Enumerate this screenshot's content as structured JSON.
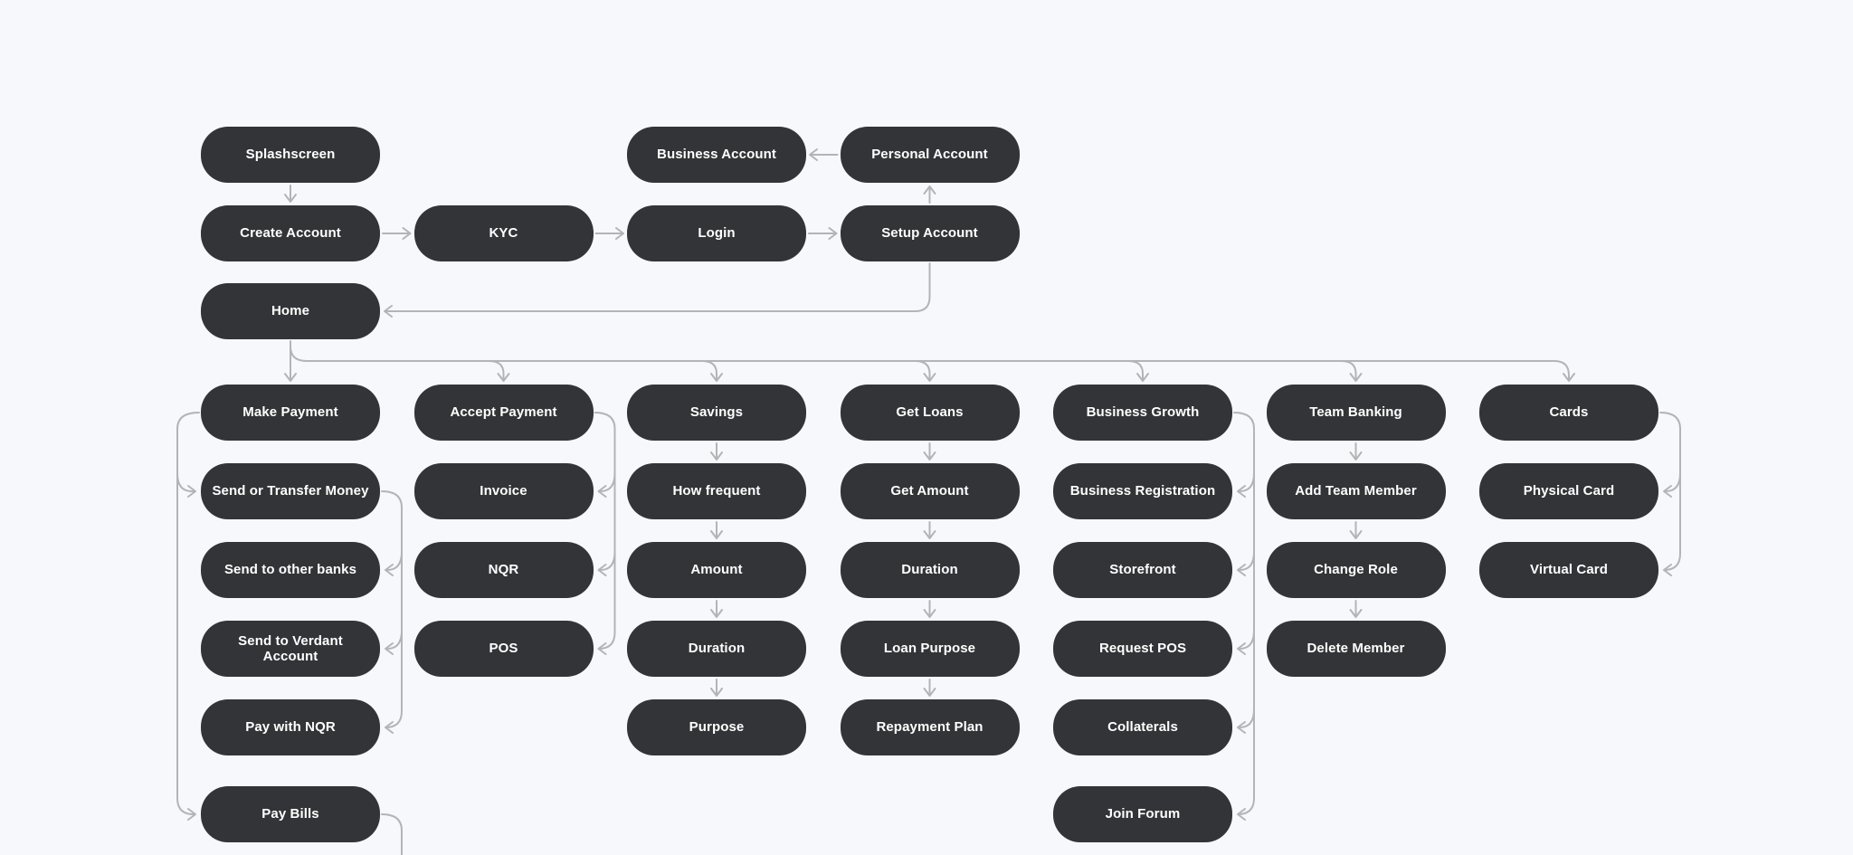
{
  "diagram": {
    "type": "flowchart",
    "description": "Mobile banking app user-flow diagram with rounded dark nodes connected by gray arrows"
  },
  "colors": {
    "background": "#f6f8fb",
    "node_fill": "#333437",
    "node_text": "#ffffff",
    "connector": "#b3b4b6"
  },
  "nodes": [
    {
      "id": "splashscreen",
      "label": "Splashscreen",
      "col": 0,
      "row": 0
    },
    {
      "id": "create-account",
      "label": "Create Account",
      "col": 0,
      "row": 1
    },
    {
      "id": "home",
      "label": "Home",
      "col": 0,
      "row": 2
    },
    {
      "id": "make-payment",
      "label": "Make Payment",
      "col": 0,
      "row": 3
    },
    {
      "id": "send-or-transfer-money",
      "label": "Send or Transfer Money",
      "col": 0,
      "row": 4
    },
    {
      "id": "send-to-other-banks",
      "label": "Send to other banks",
      "col": 0,
      "row": 5
    },
    {
      "id": "send-to-verdant-account",
      "label": "Send to Verdant Account",
      "col": 0,
      "row": 6
    },
    {
      "id": "pay-with-nqr",
      "label": "Pay with NQR",
      "col": 0,
      "row": 7
    },
    {
      "id": "pay-bills",
      "label": "Pay Bills",
      "col": 0,
      "row": 8
    },
    {
      "id": "kyc",
      "label": "KYC",
      "col": 1,
      "row": 1
    },
    {
      "id": "accept-payment",
      "label": "Accept Payment",
      "col": 1,
      "row": 3
    },
    {
      "id": "invoice",
      "label": "Invoice",
      "col": 1,
      "row": 4
    },
    {
      "id": "nqr",
      "label": "NQR",
      "col": 1,
      "row": 5
    },
    {
      "id": "pos",
      "label": "POS",
      "col": 1,
      "row": 6
    },
    {
      "id": "business-account",
      "label": "Business Account",
      "col": 2,
      "row": 0
    },
    {
      "id": "login",
      "label": "Login",
      "col": 2,
      "row": 1
    },
    {
      "id": "savings",
      "label": "Savings",
      "col": 2,
      "row": 3
    },
    {
      "id": "how-frequent",
      "label": "How frequent",
      "col": 2,
      "row": 4
    },
    {
      "id": "amount",
      "label": "Amount",
      "col": 2,
      "row": 5
    },
    {
      "id": "duration-savings",
      "label": "Duration",
      "col": 2,
      "row": 6
    },
    {
      "id": "purpose",
      "label": "Purpose",
      "col": 2,
      "row": 7
    },
    {
      "id": "personal-account",
      "label": "Personal Account",
      "col": 3,
      "row": 0
    },
    {
      "id": "setup-account",
      "label": "Setup Account",
      "col": 3,
      "row": 1
    },
    {
      "id": "get-loans",
      "label": "Get Loans",
      "col": 3,
      "row": 3
    },
    {
      "id": "get-amount",
      "label": "Get Amount",
      "col": 3,
      "row": 4
    },
    {
      "id": "duration-loans",
      "label": "Duration",
      "col": 3,
      "row": 5
    },
    {
      "id": "loan-purpose",
      "label": "Loan Purpose",
      "col": 3,
      "row": 6
    },
    {
      "id": "repayment-plan",
      "label": "Repayment Plan",
      "col": 3,
      "row": 7
    },
    {
      "id": "business-growth",
      "label": "Business Growth",
      "col": 4,
      "row": 3
    },
    {
      "id": "business-registration",
      "label": "Business Registration",
      "col": 4,
      "row": 4
    },
    {
      "id": "storefront",
      "label": "Storefront",
      "col": 4,
      "row": 5
    },
    {
      "id": "request-pos",
      "label": "Request POS",
      "col": 4,
      "row": 6
    },
    {
      "id": "collaterals",
      "label": "Collaterals",
      "col": 4,
      "row": 7
    },
    {
      "id": "join-forum",
      "label": "Join Forum",
      "col": 4,
      "row": 8
    },
    {
      "id": "team-banking",
      "label": "Team Banking",
      "col": 5,
      "row": 3
    },
    {
      "id": "add-team-member",
      "label": "Add Team Member",
      "col": 5,
      "row": 4
    },
    {
      "id": "change-role",
      "label": "Change Role",
      "col": 5,
      "row": 5
    },
    {
      "id": "delete-member",
      "label": "Delete Member",
      "col": 5,
      "row": 6
    },
    {
      "id": "cards",
      "label": "Cards",
      "col": 6,
      "row": 3
    },
    {
      "id": "physical-card",
      "label": "Physical Card",
      "col": 6,
      "row": 4
    },
    {
      "id": "virtual-card",
      "label": "Virtual Card",
      "col": 6,
      "row": 5
    }
  ],
  "edges": {
    "vertical_chains": [
      [
        "splashscreen",
        "create-account"
      ],
      [
        "savings",
        "how-frequent",
        "amount",
        "duration-savings",
        "purpose"
      ],
      [
        "get-loans",
        "get-amount",
        "duration-loans",
        "loan-purpose",
        "repayment-plan"
      ],
      [
        "team-banking",
        "add-team-member",
        "change-role",
        "delete-member"
      ]
    ],
    "horizontal_right": [
      [
        "create-account",
        "kyc"
      ],
      [
        "kyc",
        "login"
      ],
      [
        "login",
        "setup-account"
      ]
    ],
    "horizontal_left": [
      [
        "personal-account",
        "business-account"
      ]
    ],
    "vertical_up": [
      [
        "setup-account",
        "personal-account"
      ]
    ],
    "return_to_home": {
      "from": "setup-account",
      "to": "home"
    },
    "fanout": {
      "from": "home",
      "primary": "make-payment",
      "rail_targets": [
        "accept-payment",
        "savings",
        "get-loans",
        "business-growth",
        "team-banking"
      ],
      "rail_end": "cards"
    },
    "side_rails": [
      {
        "side": "left",
        "from": "make-payment",
        "targets": [
          "send-or-transfer-money",
          "pay-bills"
        ]
      },
      {
        "side": "right",
        "from": "send-or-transfer-money",
        "targets": [
          "send-to-other-banks",
          "send-to-verdant-account",
          "pay-with-nqr"
        ]
      },
      {
        "side": "right",
        "from": "accept-payment",
        "targets": [
          "invoice",
          "nqr",
          "pos"
        ]
      },
      {
        "side": "right",
        "from": "business-growth",
        "targets": [
          "business-registration",
          "storefront",
          "request-pos",
          "collaterals",
          "join-forum"
        ]
      },
      {
        "side": "right",
        "from": "cards",
        "targets": [
          "physical-card",
          "virtual-card"
        ]
      }
    ],
    "offscreen_stub": {
      "from": "pay-bills",
      "side": "right"
    }
  }
}
